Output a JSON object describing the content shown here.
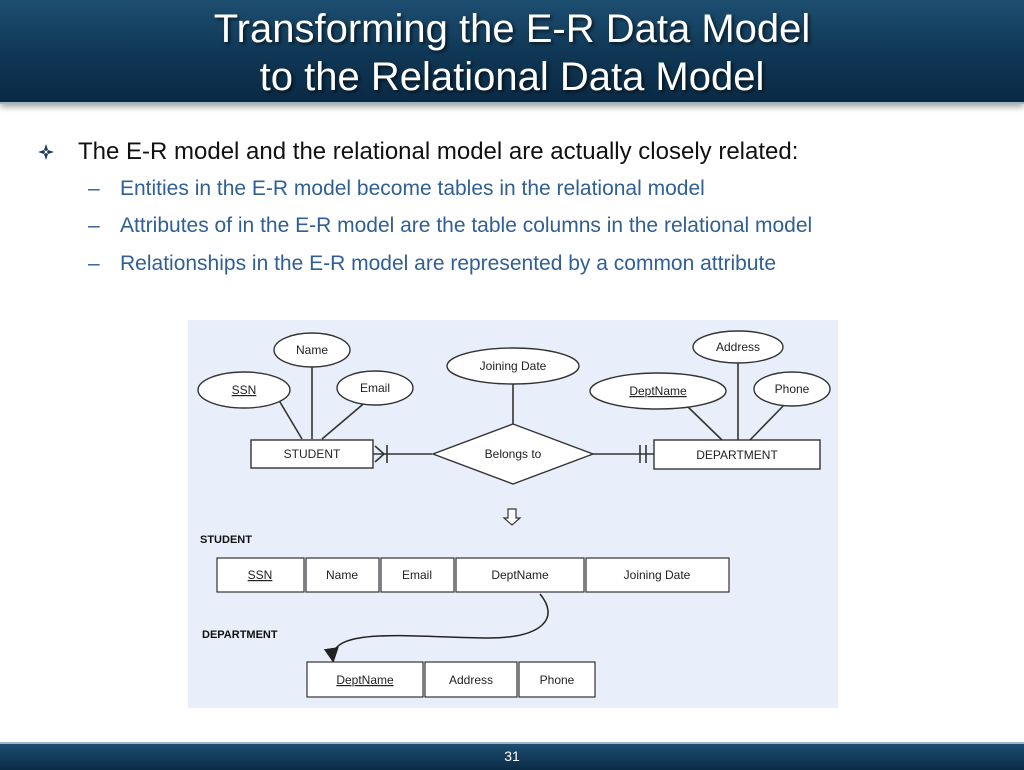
{
  "slide": {
    "title_line1": "Transforming the E-R Data Model",
    "title_line2": "to the Relational Data Model",
    "bullet": "The E-R model and the relational model are actually closely related:",
    "subbullets": [
      "Entities in the E-R model become tables in the relational model",
      "Attributes of in the E-R model are the table columns in the relational model",
      "Relationships in the E-R model are represented by a common attribute"
    ],
    "page_number": "31"
  },
  "diagram": {
    "er": {
      "student_entity": "STUDENT",
      "department_entity": "DEPARTMENT",
      "relationship": "Belongs to",
      "student_attributes": {
        "ssn": "SSN",
        "name": "Name",
        "email": "Email"
      },
      "relationship_attribute": "Joining Date",
      "department_attributes": {
        "address": "Address",
        "deptname": "DeptName",
        "phone": "Phone"
      }
    },
    "tables": {
      "student_label": "STUDENT",
      "student_columns": [
        "SSN",
        "Name",
        "Email",
        "DeptName",
        "Joining Date"
      ],
      "department_label": "DEPARTMENT",
      "department_columns": [
        "DeptName",
        "Address",
        "Phone"
      ]
    },
    "colors": {
      "background": "#e8effa",
      "line": "#333333"
    }
  }
}
